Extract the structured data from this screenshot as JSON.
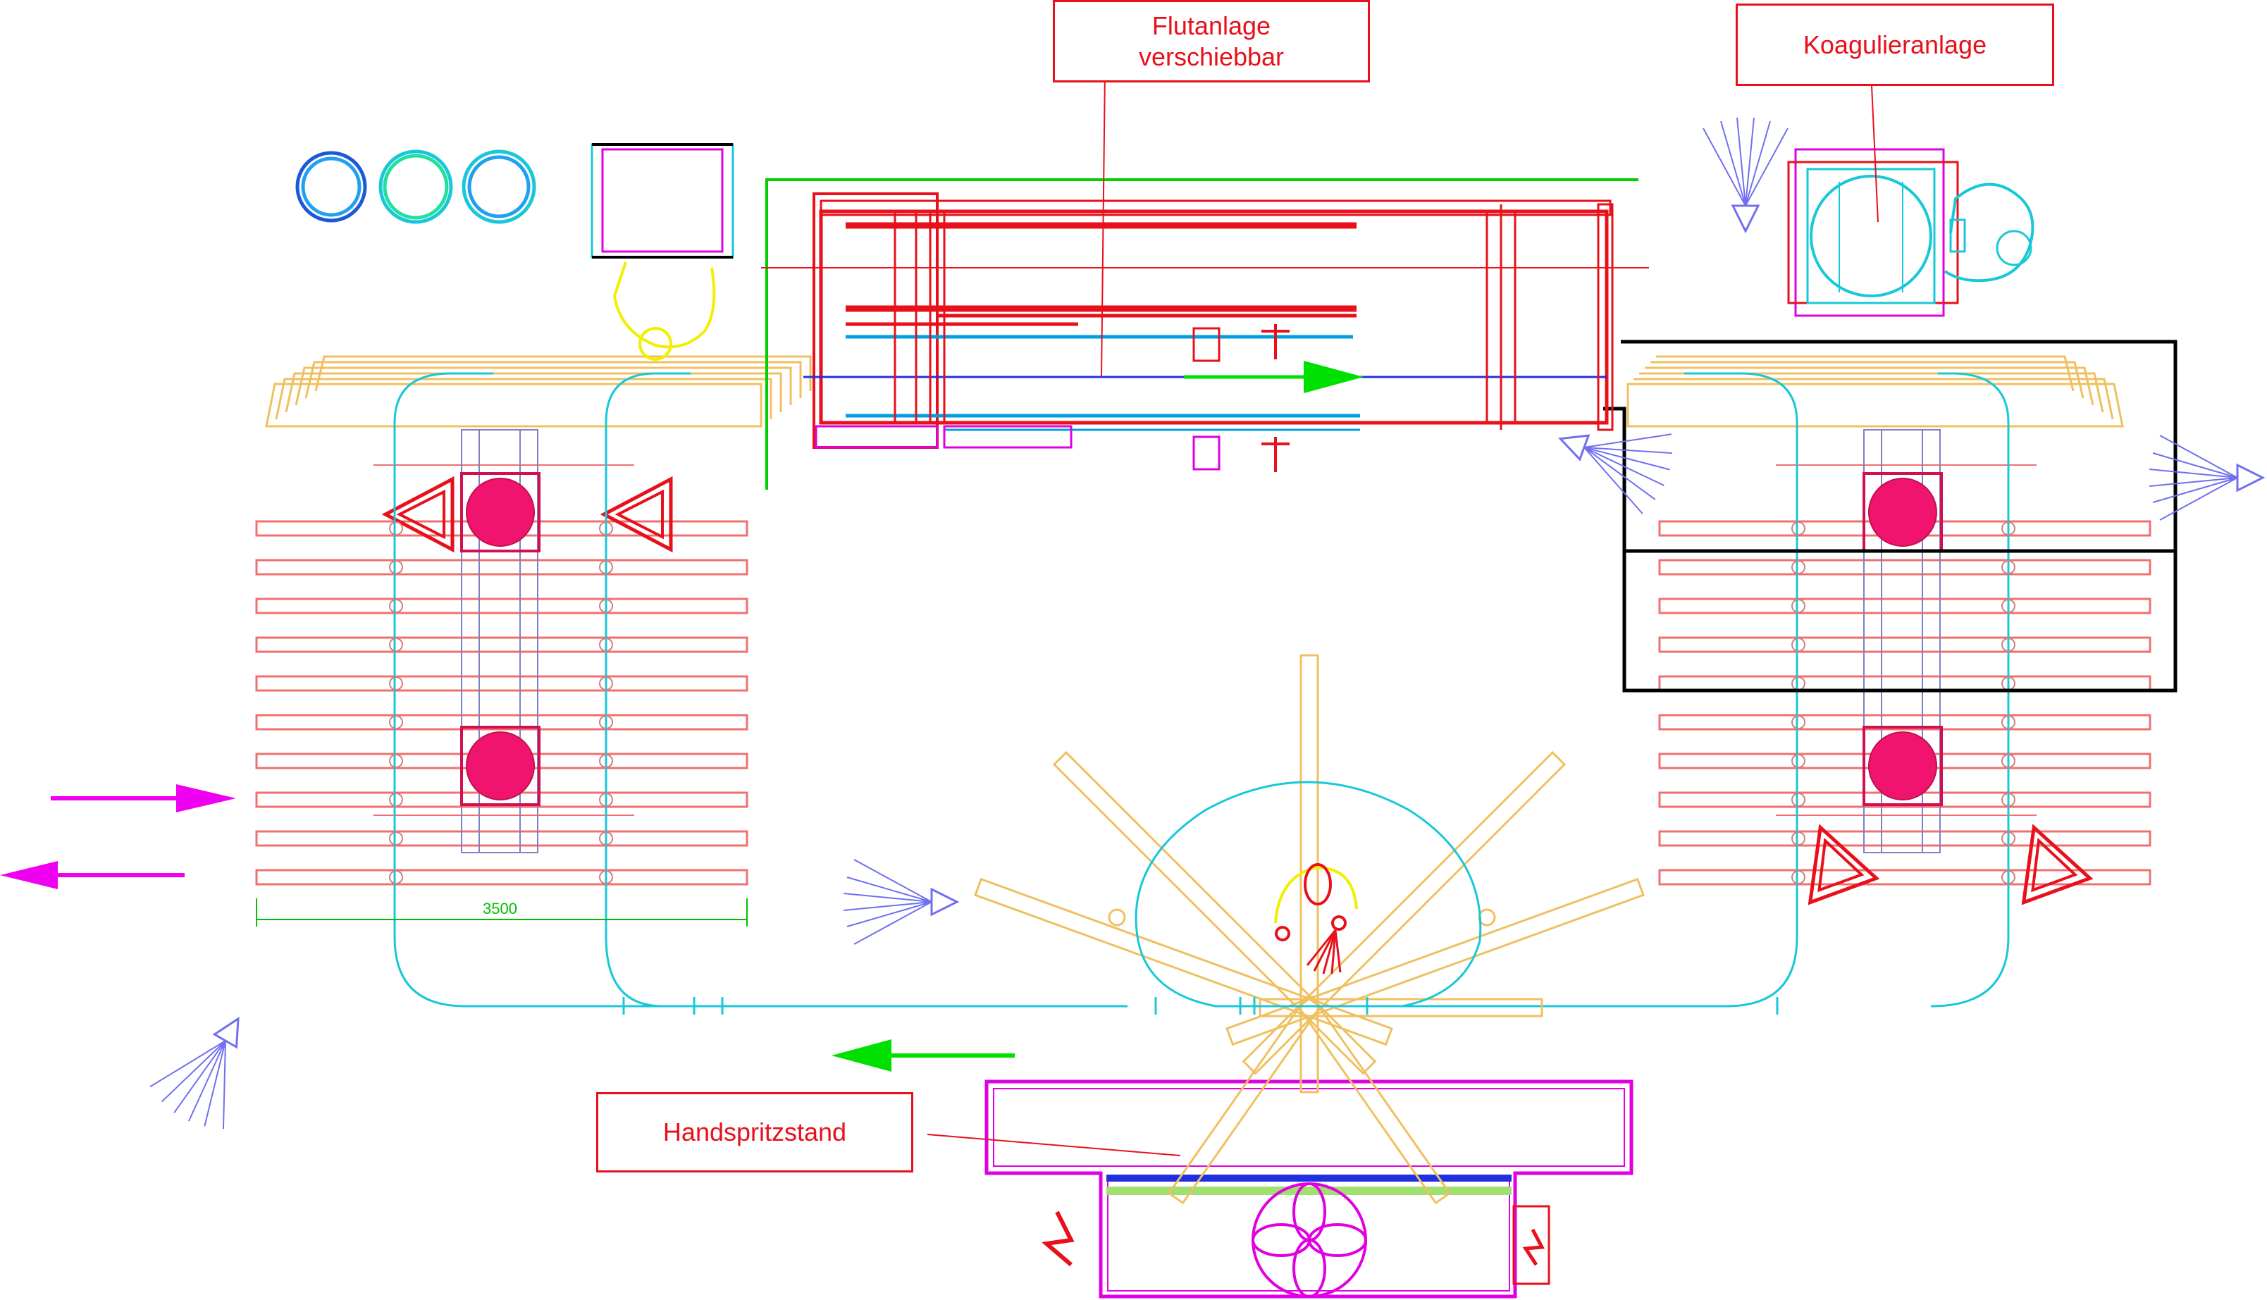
{
  "labels": {
    "flutanlage_line1": "Flutanlage",
    "flutanlage_line2": "verschiebbar",
    "koagulieranlage": "Koagulieranlage",
    "handspritzstand": "Handspritzstand"
  },
  "dimension": {
    "value": "3500"
  },
  "colors": {
    "callout": "#e8101a",
    "conveyor_track": "#18c8d8",
    "roller": "#f07070",
    "turntable": "#f0146e",
    "guide_rail": "#f0c060",
    "flow_arrow_green": "#00e000",
    "flow_arrow_magenta": "#f000f0",
    "spray_booth": "#e000e0",
    "spray_nozzle": "#7070f0",
    "operator": "#f0f000",
    "frame": "#000000"
  },
  "icons": [
    "warning-triangle-icon",
    "spray-nozzle-icon",
    "operator-icon",
    "electrical-hazard-icon",
    "fan-icon",
    "direction-arrow-icon"
  ]
}
